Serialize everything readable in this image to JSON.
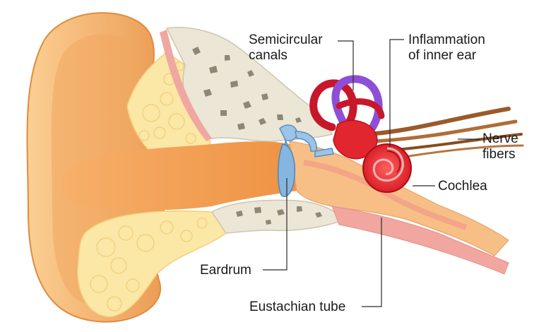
{
  "diagram": {
    "colors": {
      "skin": "#f4b879",
      "skin_dark": "#e38f3f",
      "canal": "#f2a25a",
      "cartilage": "#fbe7a6",
      "bone": "#ece6d6",
      "inflamed": "#e2262f",
      "semicircular": "#8e4fd6",
      "ossicles": "#9cc4e6",
      "nerve": "#9a5a2a",
      "muscle": "#f0a7a0"
    },
    "labels": {
      "semicircular_canals": [
        "Semicircular",
        "canals"
      ],
      "inflammation": [
        "Inflammation",
        "of inner ear"
      ],
      "nerve_fibers": [
        "Nerve",
        "fibers"
      ],
      "cochlea": "Cochlea",
      "eardrum": "Eardrum",
      "eustachian_tube": "Eustachian tube"
    }
  }
}
